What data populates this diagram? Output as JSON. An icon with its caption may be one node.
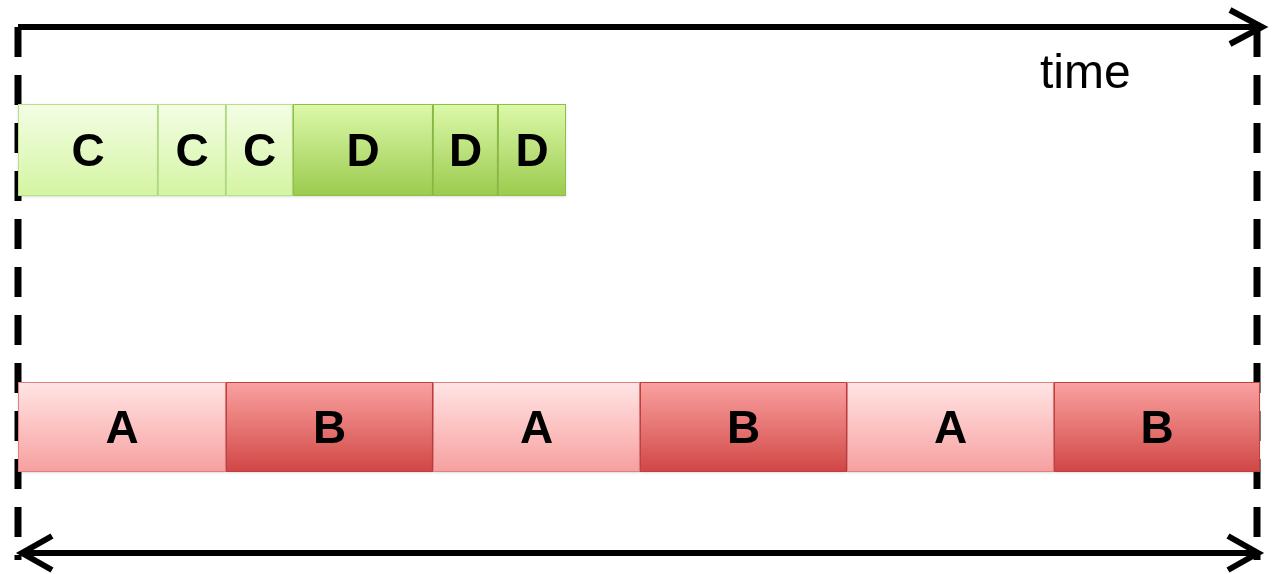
{
  "diagram": {
    "nodes": [
      {
        "text": [
          "C"
        ]
      },
      {
        "text": [
          "C"
        ]
      },
      {
        "text": [
          "C"
        ]
      },
      {
        "text": [
          "D"
        ]
      },
      {
        "text": [
          "D"
        ]
      },
      {
        "text": [
          "D"
        ]
      },
      {
        "text": [
          "A"
        ]
      },
      {
        "text": [
          "B"
        ]
      },
      {
        "text": [
          "A"
        ]
      },
      {
        "text": [
          "B"
        ]
      },
      {
        "text": [
          "A"
        ]
      },
      {
        "text": [
          "B"
        ]
      }
    ],
    "labels": [
      "time"
    ]
  }
}
